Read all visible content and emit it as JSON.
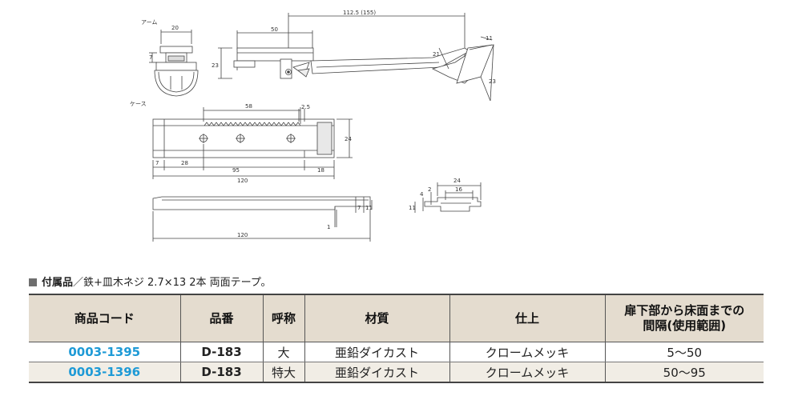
{
  "drawing": {
    "arm_label": "アーム",
    "case_label": "ケース",
    "dims": {
      "arm_width": "20",
      "arm_height": "23",
      "arm_small": "7",
      "arm_length": "50",
      "arm_reach": "112.5 (155)",
      "roller_21": "21",
      "roller_11": "11",
      "roller_23": "23",
      "case_58": "58",
      "case_2_5": "2.5",
      "case_24": "24",
      "case_7": "7",
      "case_28": "28",
      "case_95": "95",
      "case_18": "18",
      "case_120": "120",
      "side_7": "7",
      "side_11": "11",
      "side_1": "1",
      "side_120": "120",
      "sec_24": "24",
      "sec_16": "16",
      "sec_4": "4",
      "sec_2": "2",
      "sec_11": "11"
    }
  },
  "accessories": {
    "label": "付属品",
    "text": "／鉄+皿木ネジ 2.7×13 2本 両面テープ。"
  },
  "table": {
    "headers": [
      "商品コード",
      "品番",
      "呼称",
      "材質",
      "仕上",
      "扉下部から床面までの",
      "間隔(使用範囲)"
    ],
    "rows": [
      {
        "code": "0003-1395",
        "model": "D-183",
        "size": "大",
        "material": "亜鉛ダイカスト",
        "finish": "クロームメッキ",
        "range": "5～50"
      },
      {
        "code": "0003-1396",
        "model": "D-183",
        "size": "特大",
        "material": "亜鉛ダイカスト",
        "finish": "クロームメッキ",
        "range": "50～95"
      }
    ]
  }
}
